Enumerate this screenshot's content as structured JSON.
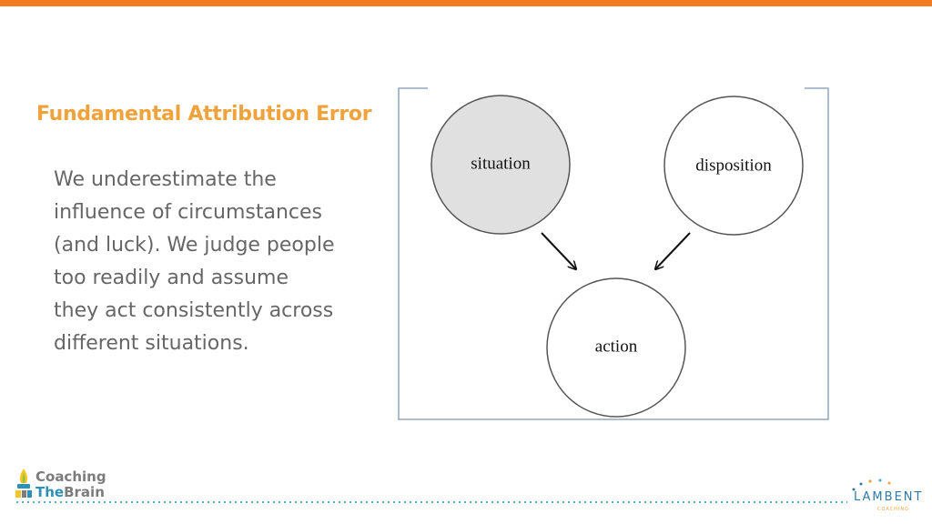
{
  "slide": {
    "title": "Fundamental Attribution Error",
    "body_lines": [
      "We underestimate the",
      "influence of circumstances",
      "(and luck). We judge people",
      "too readily and assume",
      "they act consistently across",
      "different situations."
    ]
  },
  "diagram": {
    "nodes": [
      {
        "id": "situation",
        "label": "situation",
        "shaded": true
      },
      {
        "id": "disposition",
        "label": "disposition",
        "shaded": false
      },
      {
        "id": "action",
        "label": "action",
        "shaded": false
      }
    ],
    "edges": [
      {
        "from": "situation",
        "to": "action"
      },
      {
        "from": "disposition",
        "to": "action"
      }
    ]
  },
  "footer": {
    "left_logo": {
      "line1": "Coaching",
      "line2_a": "The",
      "line2_b": "Brain"
    },
    "right_logo": {
      "name": "LAMBENT",
      "sub": "COACHING"
    }
  },
  "colors": {
    "top_bar": "#f47a20",
    "title": "#f0a23c",
    "body_text": "#666666",
    "shaded_node": "#e0e0e0",
    "frame": "#8fa6bd",
    "accent_blue": "#2f8fb7"
  }
}
